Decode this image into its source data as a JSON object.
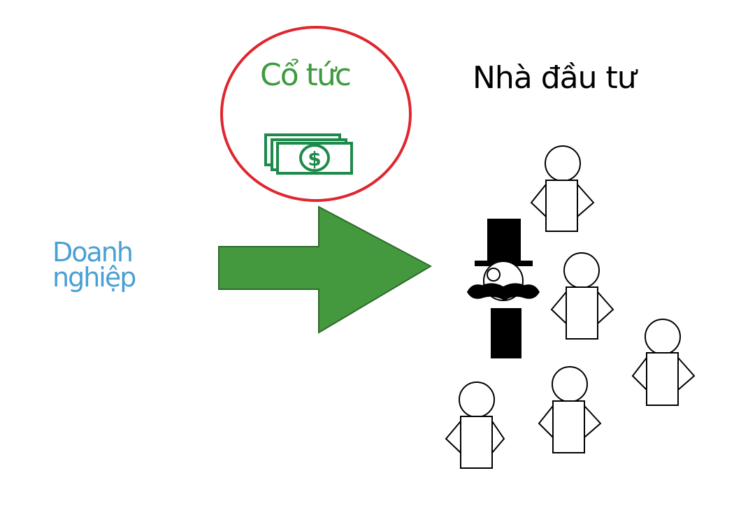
{
  "colors": {
    "dividend_green": "#3d9a3d",
    "arrow_green": "#44993e",
    "circle_red": "#e0262f",
    "company_blue": "#4aa0d4",
    "text_black": "#000000"
  },
  "labels": {
    "dividend": "Cổ tức",
    "investors": "Nhà đầu tư",
    "company_line1": "Doanh",
    "company_line2": "nghiệp"
  },
  "icons": {
    "money": "money-bills-icon",
    "arrow": "right-arrow",
    "tycoon": "top-hat-monocle-investor",
    "people": "person-figure"
  },
  "investor_count": 5
}
